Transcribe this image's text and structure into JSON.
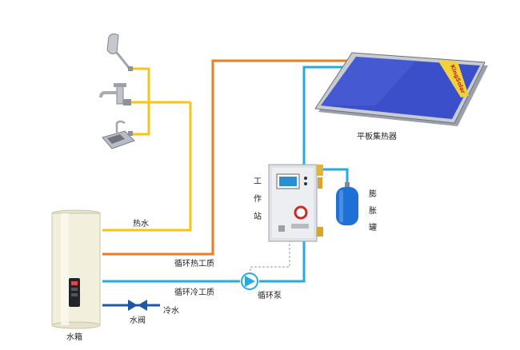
{
  "labels": {
    "collector": "平板集热器",
    "hot_water": "热水",
    "circ_hot": "循环热工质",
    "circ_cold": "循环冷工质",
    "pump": "循环泵",
    "valve": "水阀",
    "cold_water": "冷水",
    "tank": "水箱",
    "station_1": "工",
    "station_2": "作",
    "station_3": "站",
    "expansion_1": "膨",
    "expansion_2": "胀",
    "expansion_3": "罐",
    "brand": "KingSolar"
  },
  "colors": {
    "hot_pipe": "#ee7d22",
    "cold_pipe": "#29a9e0",
    "water_pipe": "#f5c518",
    "valve_pipe": "#1f56a8",
    "panel": "#3a4fc9",
    "tank_body": "#f2f0dc",
    "expansion_tank": "#1e6fd6"
  },
  "icons": [
    "shower-head-icon",
    "faucet-icon",
    "kitchen-sink-icon"
  ]
}
